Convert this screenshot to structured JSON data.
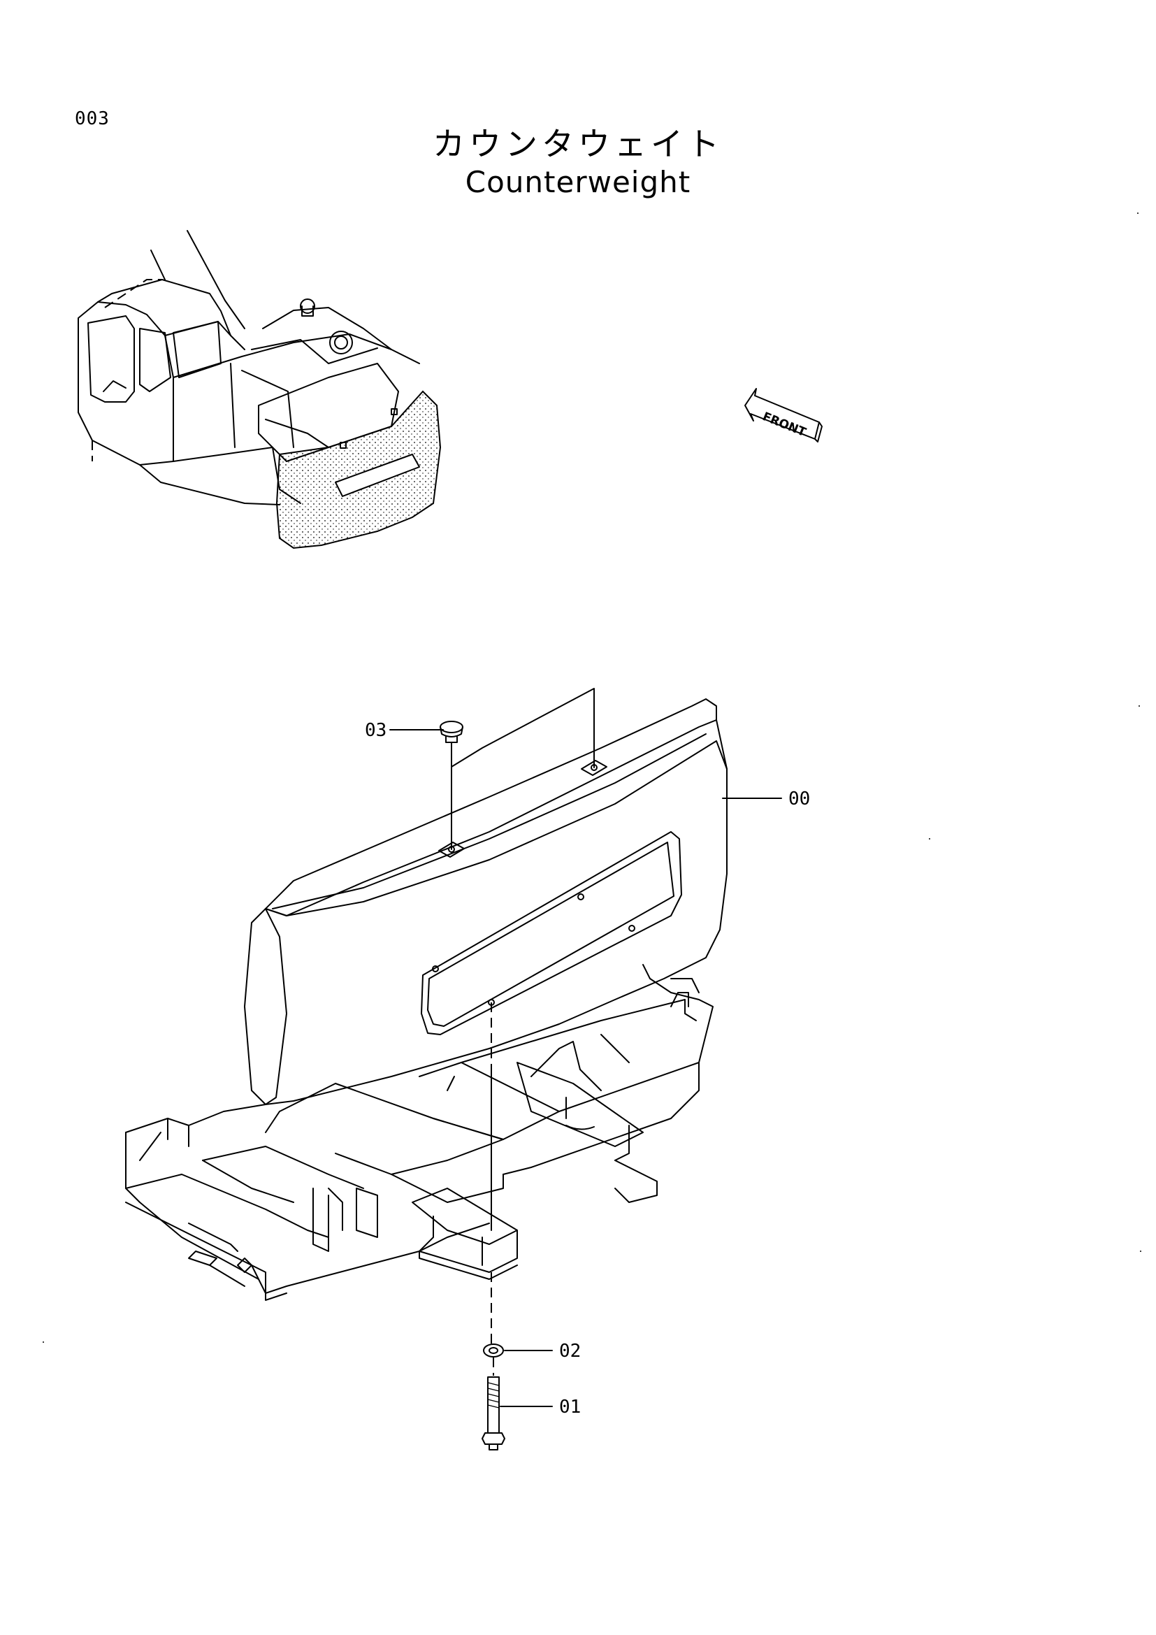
{
  "page_number": "003",
  "title_jp": "カウンタウェイト",
  "title_en": "Counterweight",
  "front_label": "FRONT",
  "callouts": {
    "c00": "00",
    "c01": "01",
    "c02": "02",
    "c03": "03"
  }
}
